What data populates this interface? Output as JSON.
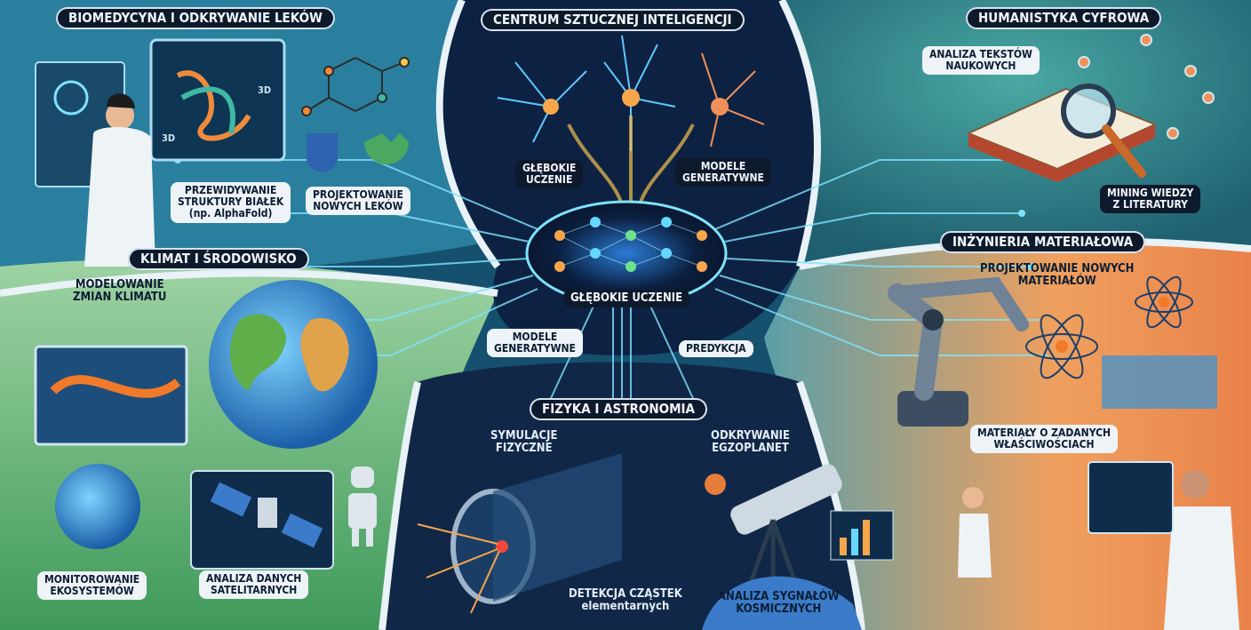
{
  "center": {
    "title": "CENTRUM SZTUCZNEJ INTELIGENCJI",
    "core_label": "GŁĘBOKIE UCZENIE",
    "deep_learning": "GŁĘBOKIE\nUCZENIE",
    "generative_top": "MODELE\nGENERATYWNE",
    "generative_bottom": "MODELE\nGENERATYWNE",
    "prediction": "PREDYKCJA"
  },
  "biomed": {
    "title": "BIOMEDYCYNA I ODKRYWANIE LEKÓW",
    "protein": "PRZEWIDYWANIE\nSTRUKTURY BIAŁEK\n(np. AlphaFold)",
    "drugs": "PROJEKTOWANIE\nNOWYCH LEKÓW",
    "screen_3d": "3D",
    "screen_3d_small": "3D"
  },
  "humanities": {
    "title": "HUMANISTYKA CYFROWA",
    "text_analysis": "ANALIZA TEKSTÓW\nNAUKOWYCH",
    "mining": "MINING WIEDZY\nZ LITERATURY"
  },
  "climate": {
    "title": "KLIMAT I ŚRODOWISKO",
    "modeling": "MODELOWANIE\nZMIAN KLIMATU",
    "monitoring": "MONITOROWANIE\nEKOSYSTEMÓW",
    "satellite": "ANALIZA DANYCH\nSATELITARNYCH"
  },
  "materials": {
    "title": "INŻYNIERIA MATERIAŁOWA",
    "design": "PROJEKTOWANIE NOWYCH\nMATERIAŁÓW",
    "targeted": "MATERIAŁY O ZADANYCH\nWŁAŚCIWOŚCIACH"
  },
  "physics": {
    "title": "FIZYKA I ASTRONOMIA",
    "simulations": "SYMULACJE\nFIZYCZNE",
    "exoplanets": "ODKRYWANIE\nEGZOPLANET",
    "particles": "DETEKCJA CZĄSTEK\nelementarnych",
    "signals": "ANALIZA SYGNAŁÓW\nKOSMICZNYCH"
  },
  "colors": {
    "biomed": "#1b6f8f",
    "humanities": "#2f8f8a",
    "climate": "#3c9b58",
    "materials": "#e8874a",
    "physics": "#13294a",
    "core": "#0b1830",
    "circuit": "#7fe3ff"
  },
  "icons": [
    "neuron-icon",
    "neural-network-icon",
    "dna-icon",
    "molecule-icon",
    "protein-icon",
    "book-icon",
    "magnifier-icon",
    "earth-icon",
    "satellite-icon",
    "robot-icon",
    "robot-arm-icon",
    "atom-icon",
    "telescope-icon",
    "particle-accelerator-icon",
    "scientist-icon",
    "document-icon",
    "bar-chart-icon"
  ]
}
